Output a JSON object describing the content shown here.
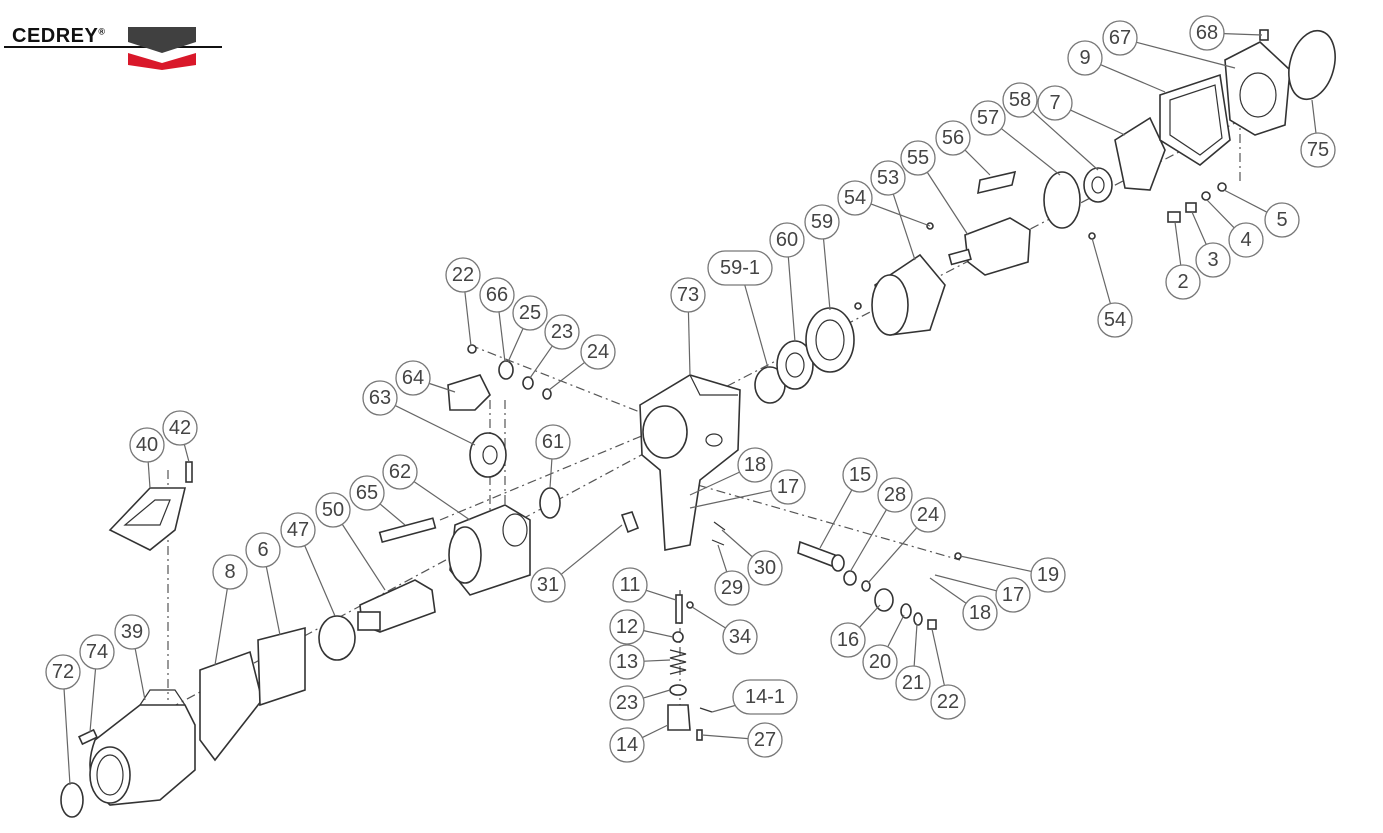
{
  "brand": {
    "name": "CEDREY",
    "mark": "®",
    "colors": {
      "dark": "#404040",
      "red": "#d9182a"
    }
  },
  "callouts": [
    "68",
    "67",
    "9",
    "75",
    "7",
    "58",
    "57",
    "56",
    "55",
    "53",
    "54",
    "54",
    "5",
    "4",
    "3",
    "2",
    "60",
    "59",
    "59-1",
    "73",
    "22",
    "66",
    "25",
    "23",
    "24",
    "64",
    "63",
    "61",
    "40",
    "42",
    "18",
    "17",
    "15",
    "28",
    "24",
    "19",
    "17",
    "18",
    "62",
    "65",
    "50",
    "47",
    "6",
    "8",
    "39",
    "74",
    "72",
    "31",
    "29",
    "30",
    "11",
    "12",
    "13",
    "23",
    "14",
    "34",
    "14-1",
    "27",
    "16",
    "20",
    "21",
    "22"
  ]
}
